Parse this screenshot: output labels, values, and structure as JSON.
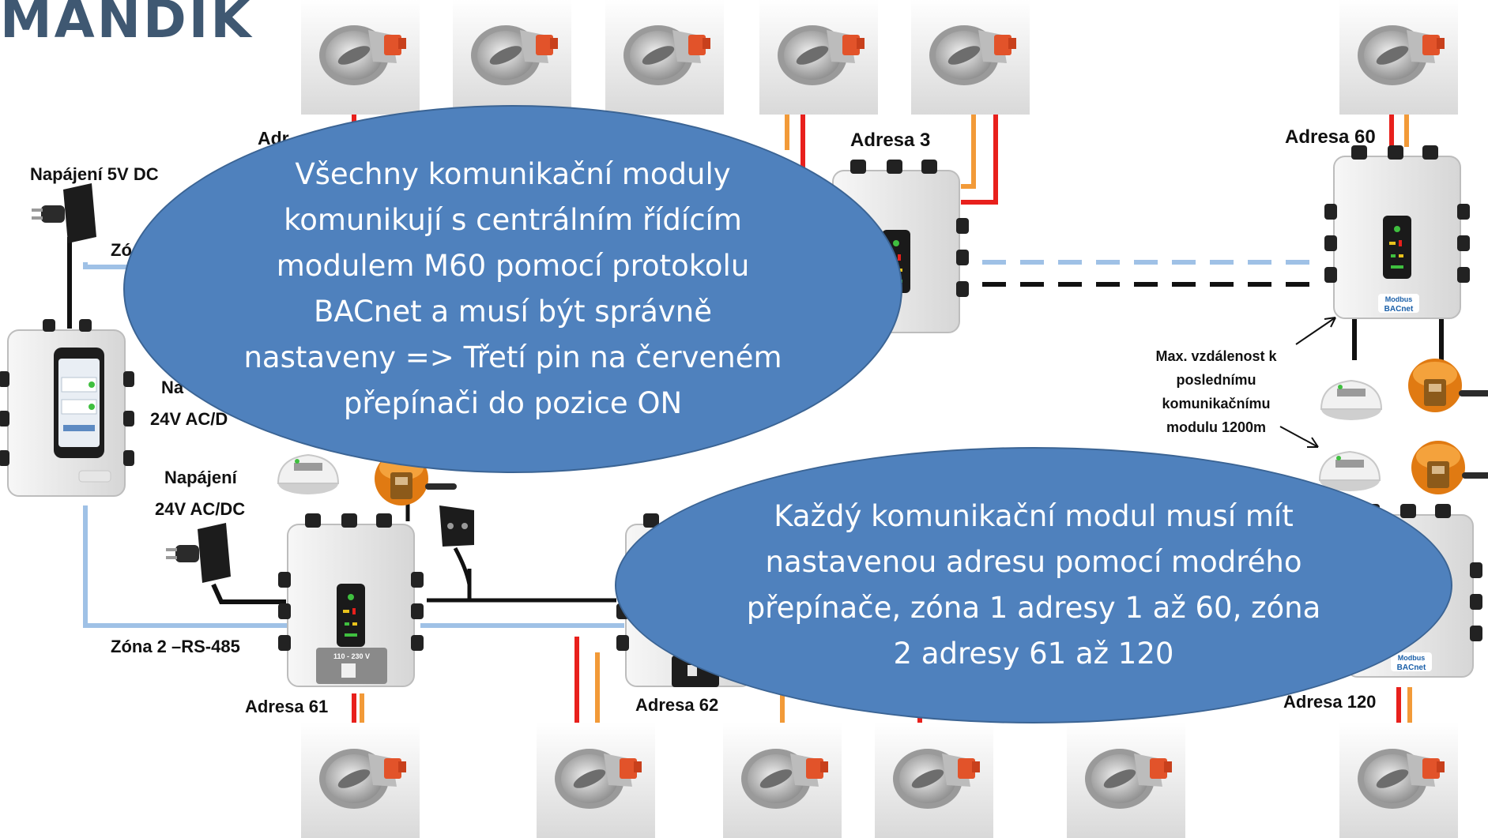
{
  "logo": {
    "text": "MANDIK",
    "reg": "®"
  },
  "labels": {
    "adresa_1_partial": "Adr",
    "adresa_3": "Adresa 3",
    "adresa_60": "Adresa 60",
    "adresa_61": "Adresa 61",
    "adresa_62": "Adresa 62",
    "adresa_120": "Adresa 120",
    "napajeni_5v": "Napájení 5V DC",
    "zona_1_partial": "Zó",
    "napajeni_partial": "Na",
    "napajeni_24_partial": "24V AC/D",
    "napajeni_24_a": "Napájení",
    "napajeni_24_b": "24V AC/DC",
    "zona_2": "Zóna 2 –RS-485",
    "max_distance": "Max. vzdálenost k poslednímu komunikačnímu modulu 1200m"
  },
  "bubbles": {
    "top": "Všechny komunikační moduly komunikují s centrálním řídícím modulem M60 pomocí protokolu BACnet a musí být správně nastaveny => Třetí pin na červeném přepínači do pozice ON",
    "bottom": "Každý komunikační modul musí mít nastavenou adresu pomocí modrého přepínače, zóna 1 adresy 1 až 60, zóna 2 adresy 61 až 120"
  },
  "module_text": {
    "voltage": "110 - 230 V",
    "brand_modbus": "Modbus",
    "brand_bacnet": "BACnet"
  },
  "colors": {
    "bubble": "#4f81bd",
    "bus_blue": "#9fc1e6",
    "bus_black": "#111111",
    "wire_red": "#e8201c",
    "wire_orange": "#f29a38",
    "actuator": "#e2532a",
    "sensor_orange": "#e07a12"
  }
}
